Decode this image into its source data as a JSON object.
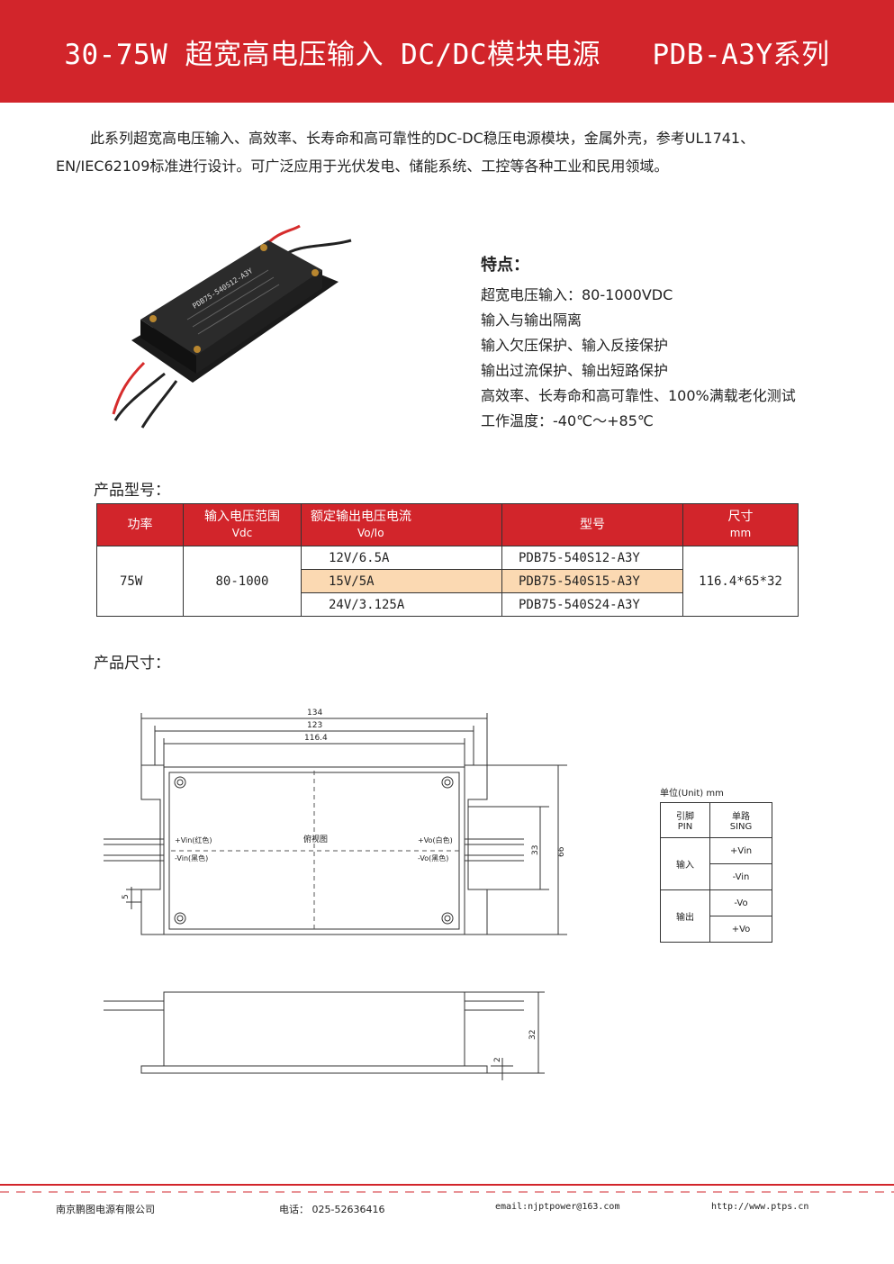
{
  "header": {
    "title": "30-75W 超宽高电压输入 DC/DC模块电源   PDB-A3Y系列"
  },
  "intro": {
    "text": "此系列超宽高电压输入、高效率、长寿命和高可靠性的DC-DC稳压电源模块，金属外壳，参考UL1741、EN/IEC62109标准进行设计。可广泛应用于光伏发电、储能系统、工控等各种工业和民用领域。"
  },
  "photo": {
    "label": "PDB75-540S12-A3Y"
  },
  "features": {
    "title": "特点：",
    "items": [
      "超宽电压输入：80-1000VDC",
      "输入与输出隔离",
      "输入欠压保护、输入反接保护",
      "输出过流保护、输出短路保护",
      "高效率、长寿命和高可靠性、100%满载老化测试",
      "工作温度：-40℃～+85℃"
    ]
  },
  "models_section": {
    "title": "产品型号：",
    "headers": {
      "power": "功率",
      "input": "输入电压范围",
      "input_unit": "Vdc",
      "output": "额定输出电压电流",
      "output_unit": "Vo/Io",
      "model": "型号",
      "size": "尺寸",
      "size_unit": "mm"
    },
    "power": "75W",
    "input": "80-1000",
    "size": "116.4*65*32",
    "rows": [
      {
        "output": "12V/6.5A",
        "model": "PDB75-540S12-A3Y"
      },
      {
        "output": "15V/5A",
        "model": "PDB75-540S15-A3Y"
      },
      {
        "output": "24V/3.125A",
        "model": "PDB75-540S24-A3Y"
      }
    ]
  },
  "dimensions_section": {
    "title": "产品尺寸：",
    "top_view": {
      "dim_134": "134",
      "dim_123": "123",
      "dim_116": "116.4",
      "dim_66": "66",
      "dim_33": "33",
      "dim_5": "5",
      "center_label": "俯视图",
      "vin_pos": "+Vin(红色)",
      "vin_neg": "-Vin(黑色)",
      "vo_pos": "+Vo(白色)",
      "vo_neg": "-Vo(黑色)"
    },
    "side_view": {
      "dim_32": "32",
      "dim_2": "2"
    },
    "pin_table": {
      "unit": "单位(Unit) mm",
      "col1_header": "引脚",
      "col1_sub": "PIN",
      "col2_header": "单路",
      "col2_sub": "SING",
      "input_label": "输入",
      "output_label": "输出",
      "input_pins": [
        "+Vin",
        "-Vin"
      ],
      "output_pins": [
        "-Vo",
        "+Vo"
      ]
    }
  },
  "footer": {
    "company": "南京鹏图电源有限公司",
    "phone": "电话： 025-52636416",
    "email": "email:njptpower@163.com",
    "website": "http://www.ptps.cn"
  },
  "colors": {
    "brand_red": "#d2252b",
    "highlight": "#fbd9b2"
  }
}
